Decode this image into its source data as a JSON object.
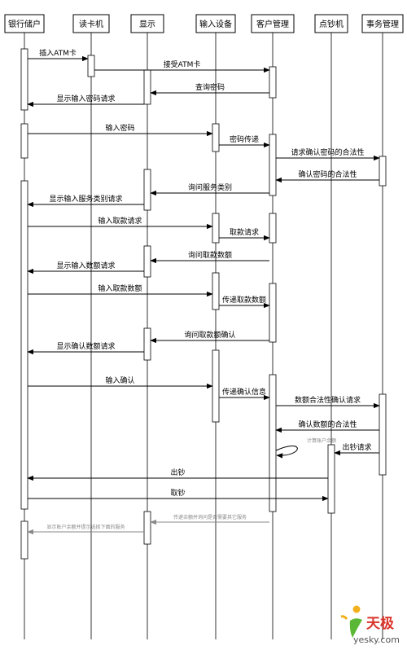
{
  "participants": [
    {
      "id": "bank_user",
      "label": "银行储户"
    },
    {
      "id": "card_reader",
      "label": "读卡机"
    },
    {
      "id": "display",
      "label": "显示"
    },
    {
      "id": "input_device",
      "label": "输入设备"
    },
    {
      "id": "customer_mgmt",
      "label": "客户管理"
    },
    {
      "id": "cash_counter",
      "label": "点钞机"
    },
    {
      "id": "affairs_mgmt",
      "label": "事务管理"
    }
  ],
  "messages": [
    {
      "from": "bank_user",
      "to": "card_reader",
      "label": "插入ATM卡",
      "style": "solid"
    },
    {
      "from": "card_reader",
      "to": "customer_mgmt",
      "label": "接受ATM卡",
      "style": "solid"
    },
    {
      "from": "customer_mgmt",
      "to": "display",
      "label": "查询密码",
      "style": "solid"
    },
    {
      "from": "display",
      "to": "bank_user",
      "label": "显示输入密码请求",
      "style": "solid"
    },
    {
      "from": "bank_user",
      "to": "input_device",
      "label": "输入密码",
      "style": "solid"
    },
    {
      "from": "input_device",
      "to": "customer_mgmt",
      "label": "密码传递",
      "style": "solid"
    },
    {
      "from": "customer_mgmt",
      "to": "affairs_mgmt",
      "label": "请求确认密码的合法性",
      "style": "solid"
    },
    {
      "from": "affairs_mgmt",
      "to": "customer_mgmt",
      "label": "确认密码的合法性",
      "style": "solid"
    },
    {
      "from": "customer_mgmt",
      "to": "display",
      "label": "询问服务类别",
      "style": "solid"
    },
    {
      "from": "display",
      "to": "bank_user",
      "label": "显示输入服务类别请求",
      "style": "solid"
    },
    {
      "from": "bank_user",
      "to": "input_device",
      "label": "输入取款请求",
      "style": "solid"
    },
    {
      "from": "input_device",
      "to": "customer_mgmt",
      "label": "取款请求",
      "style": "solid"
    },
    {
      "from": "customer_mgmt",
      "to": "display",
      "label": "询问取款数额",
      "style": "solid"
    },
    {
      "from": "display",
      "to": "bank_user",
      "label": "显示输入数额请求",
      "style": "solid"
    },
    {
      "from": "bank_user",
      "to": "input_device",
      "label": "输入取款数额",
      "style": "solid"
    },
    {
      "from": "input_device",
      "to": "customer_mgmt",
      "label": "传递取款数额",
      "style": "solid"
    },
    {
      "from": "customer_mgmt",
      "to": "display",
      "label": "询问取款额确认",
      "style": "solid"
    },
    {
      "from": "display",
      "to": "bank_user",
      "label": "显示确认数额请求",
      "style": "solid"
    },
    {
      "from": "bank_user",
      "to": "input_device",
      "label": "输入确认",
      "style": "solid"
    },
    {
      "from": "input_device",
      "to": "customer_mgmt",
      "label": "传递确认信息",
      "style": "solid"
    },
    {
      "from": "customer_mgmt",
      "to": "affairs_mgmt",
      "label": "数额合法性确认请求",
      "style": "solid"
    },
    {
      "from": "affairs_mgmt",
      "to": "customer_mgmt",
      "label": "确认数额的合法性",
      "style": "solid"
    },
    {
      "from": "customer_mgmt",
      "to": "customer_mgmt",
      "label": "计算账户余额",
      "style": "self"
    },
    {
      "from": "affairs_mgmt",
      "to": "cash_counter",
      "label": "出钞请求",
      "style": "solid"
    },
    {
      "from": "cash_counter",
      "to": "bank_user",
      "label": "出钞",
      "style": "solid"
    },
    {
      "from": "bank_user",
      "to": "cash_counter",
      "label": "取钞",
      "style": "solid"
    },
    {
      "from": "customer_mgmt",
      "to": "display",
      "label": "传递余额并询问是否需要其它服务",
      "style": "faint"
    },
    {
      "from": "display",
      "to": "bank_user",
      "label": "显示账户余额并提示选择下面的服务",
      "style": "faint"
    }
  ],
  "watermark": {
    "brand_cn": "天极",
    "brand_en": "yesky.com",
    "accent": "#d9342b"
  }
}
